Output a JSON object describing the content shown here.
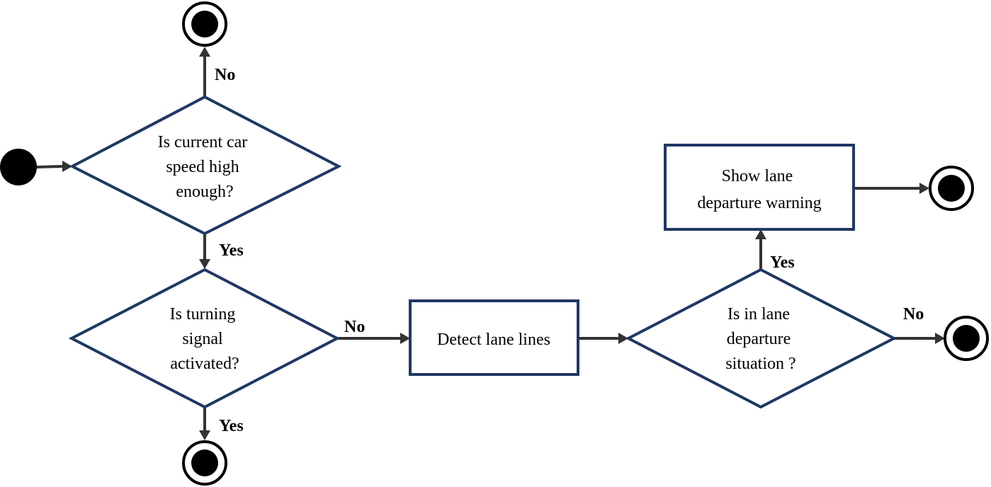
{
  "nodes": {
    "d1": [
      "Is current car",
      "speed high",
      "enough?"
    ],
    "d2": [
      "Is turning",
      "signal",
      "activated?"
    ],
    "p1": [
      "Detect lane lines"
    ],
    "d3": [
      "Is in lane",
      "departure",
      "situation ?"
    ],
    "p2": [
      "Show lane",
      "departure warning"
    ]
  },
  "edges": {
    "d1_no": "No",
    "d1_yes": "Yes",
    "d2_no": "No",
    "d2_yes": "Yes",
    "d3_yes": "Yes",
    "d3_no": "No"
  },
  "colors": {
    "shape_stroke": "#1f3864",
    "arrow": "#333333"
  }
}
